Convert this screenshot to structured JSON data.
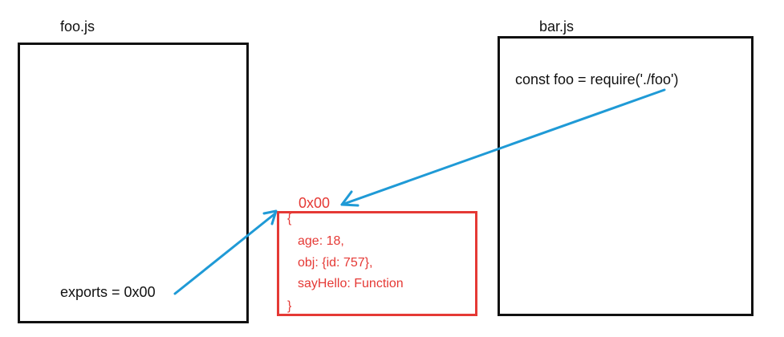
{
  "diagram": {
    "colors": {
      "black": "#111111",
      "red": "#e53935",
      "blue": "#1f9ad6",
      "background": "#ffffff"
    },
    "foo_file": {
      "title": "foo.js",
      "exports_line": "exports = 0x00"
    },
    "bar_file": {
      "title": "bar.js",
      "require_line": "const foo = require('./foo')"
    },
    "memory_object": {
      "address": "0x00",
      "lines": [
        "{",
        "age: 18,",
        "obj: {id: 757},",
        "sayHello: Function",
        "}"
      ]
    }
  }
}
